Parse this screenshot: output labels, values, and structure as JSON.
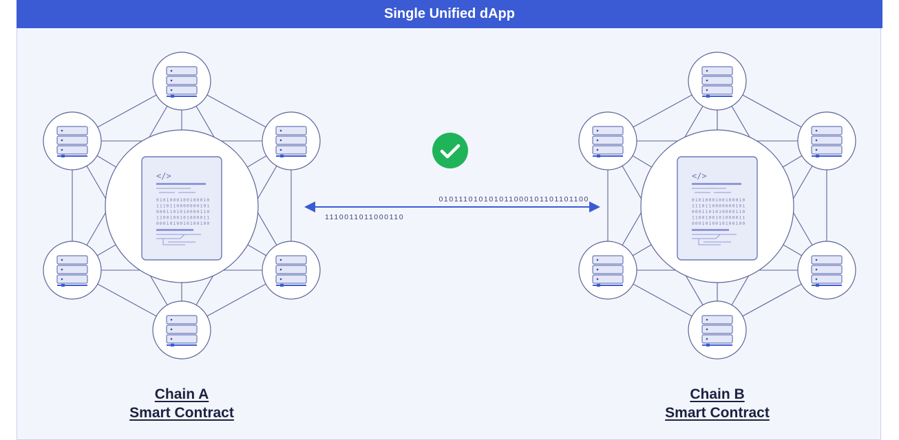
{
  "header": {
    "title": "Single Unified dApp"
  },
  "colors": {
    "accent": "#3a5bd4",
    "line": "#5a6496",
    "check": "#1fb45a",
    "doc": "#e8ebf8"
  },
  "chains": [
    {
      "name": "Chain A",
      "subtitle": "Smart Contract",
      "doc_code_icon": "</>",
      "doc_bits": [
        "0101000100100010",
        "1110110000000101",
        "0001101010000110",
        "1100100101000011",
        "0001010010100100"
      ]
    },
    {
      "name": "Chain B",
      "subtitle": "Smart Contract",
      "doc_code_icon": "</>",
      "doc_bits": [
        "0101000100100010",
        "1110110000000101",
        "0001101010000110",
        "1100100101000011",
        "0001010010100100"
      ]
    }
  ],
  "bridge": {
    "top_bits": "010111010101011000101101101100",
    "bottom_bits": "1110011011000110",
    "status_icon": "check-circle-icon"
  }
}
